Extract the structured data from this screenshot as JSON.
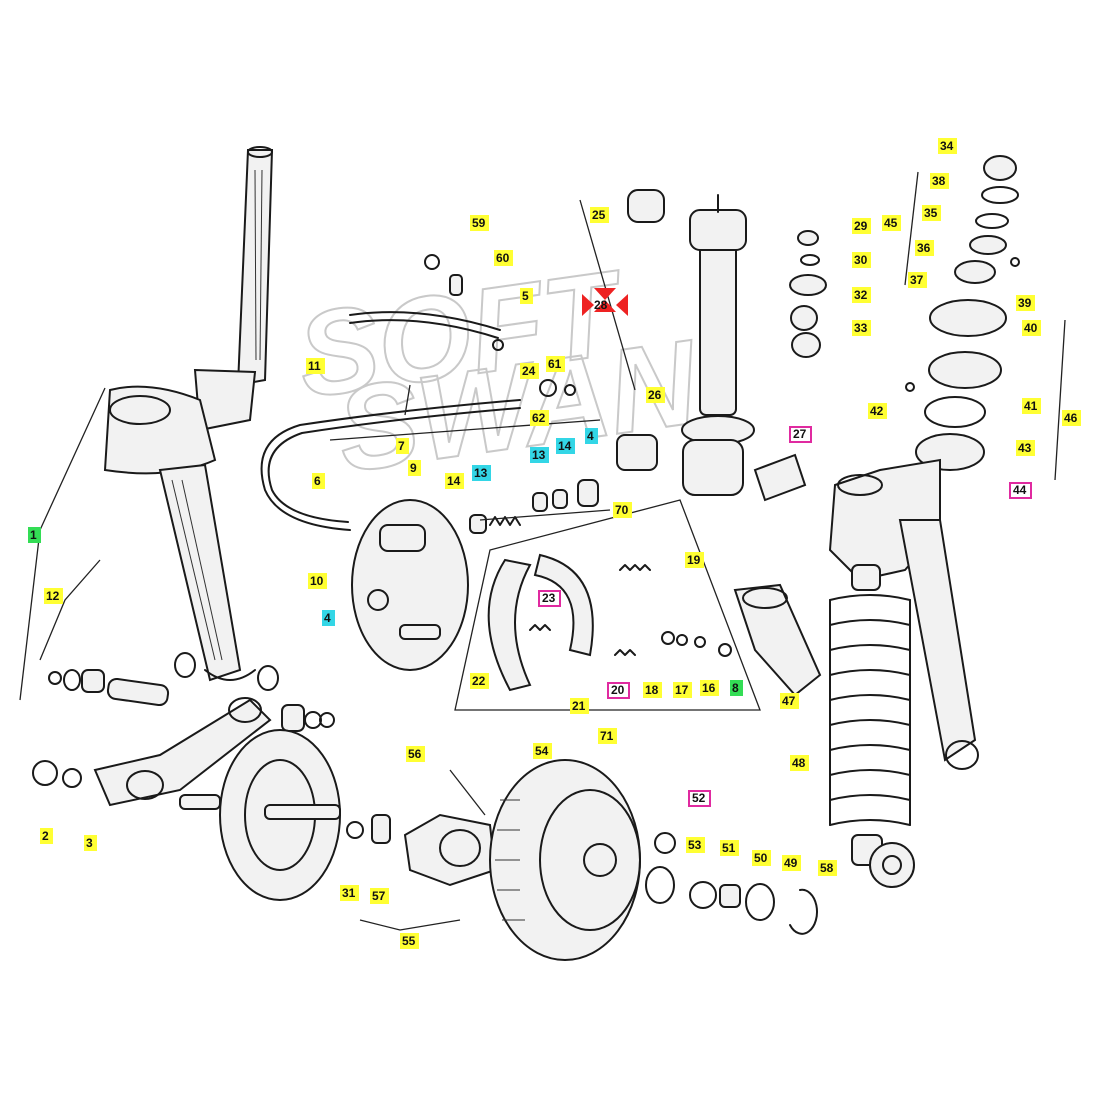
{
  "watermark": {
    "line1": "SOFT",
    "line2": "SWAN"
  },
  "colors": {
    "yellow": "#ffff33",
    "cyan": "#33d6e6",
    "green": "#33dd55",
    "magenta": "#e02aa0",
    "red_marker": "#ee2222"
  },
  "callouts": {
    "c1": "1",
    "c2": "2",
    "c3": "3",
    "c4a": "4",
    "c4b": "4",
    "c5": "5",
    "c6": "6",
    "c7": "7",
    "c8": "8",
    "c9": "9",
    "c10": "10",
    "c11": "11",
    "c12": "12",
    "c13a": "13",
    "c13b": "13",
    "c14a": "14",
    "c14b": "14",
    "c16": "16",
    "c17": "17",
    "c18": "18",
    "c19": "19",
    "c20": "20",
    "c21": "21",
    "c22": "22",
    "c23": "23",
    "c24": "24",
    "c25": "25",
    "c26": "26",
    "c27": "27",
    "c28": "28",
    "c29": "29",
    "c30": "30",
    "c31": "31",
    "c32": "32",
    "c33": "33",
    "c34": "34",
    "c35": "35",
    "c36": "36",
    "c37": "37",
    "c38": "38",
    "c39": "39",
    "c40": "40",
    "c41": "41",
    "c42": "42",
    "c43": "43",
    "c44": "44",
    "c45": "45",
    "c46": "46",
    "c47": "47",
    "c48": "48",
    "c49": "49",
    "c50": "50",
    "c51": "51",
    "c52": "52",
    "c53": "53",
    "c54": "54",
    "c55": "55",
    "c56": "56",
    "c57": "57",
    "c58": "58",
    "c59": "59",
    "c60": "60",
    "c61": "61",
    "c62": "62",
    "c70": "70",
    "c71": "71"
  }
}
